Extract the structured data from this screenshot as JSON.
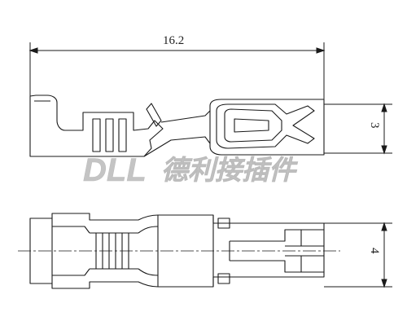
{
  "dimensions": {
    "overall_length": "16.2",
    "side_height": "3",
    "plan_width": "4"
  },
  "watermark": {
    "latin": "DLL",
    "chinese": "德利接插件"
  },
  "colors": {
    "line": "#1a1a1a",
    "watermark": "#c4c4c4"
  }
}
